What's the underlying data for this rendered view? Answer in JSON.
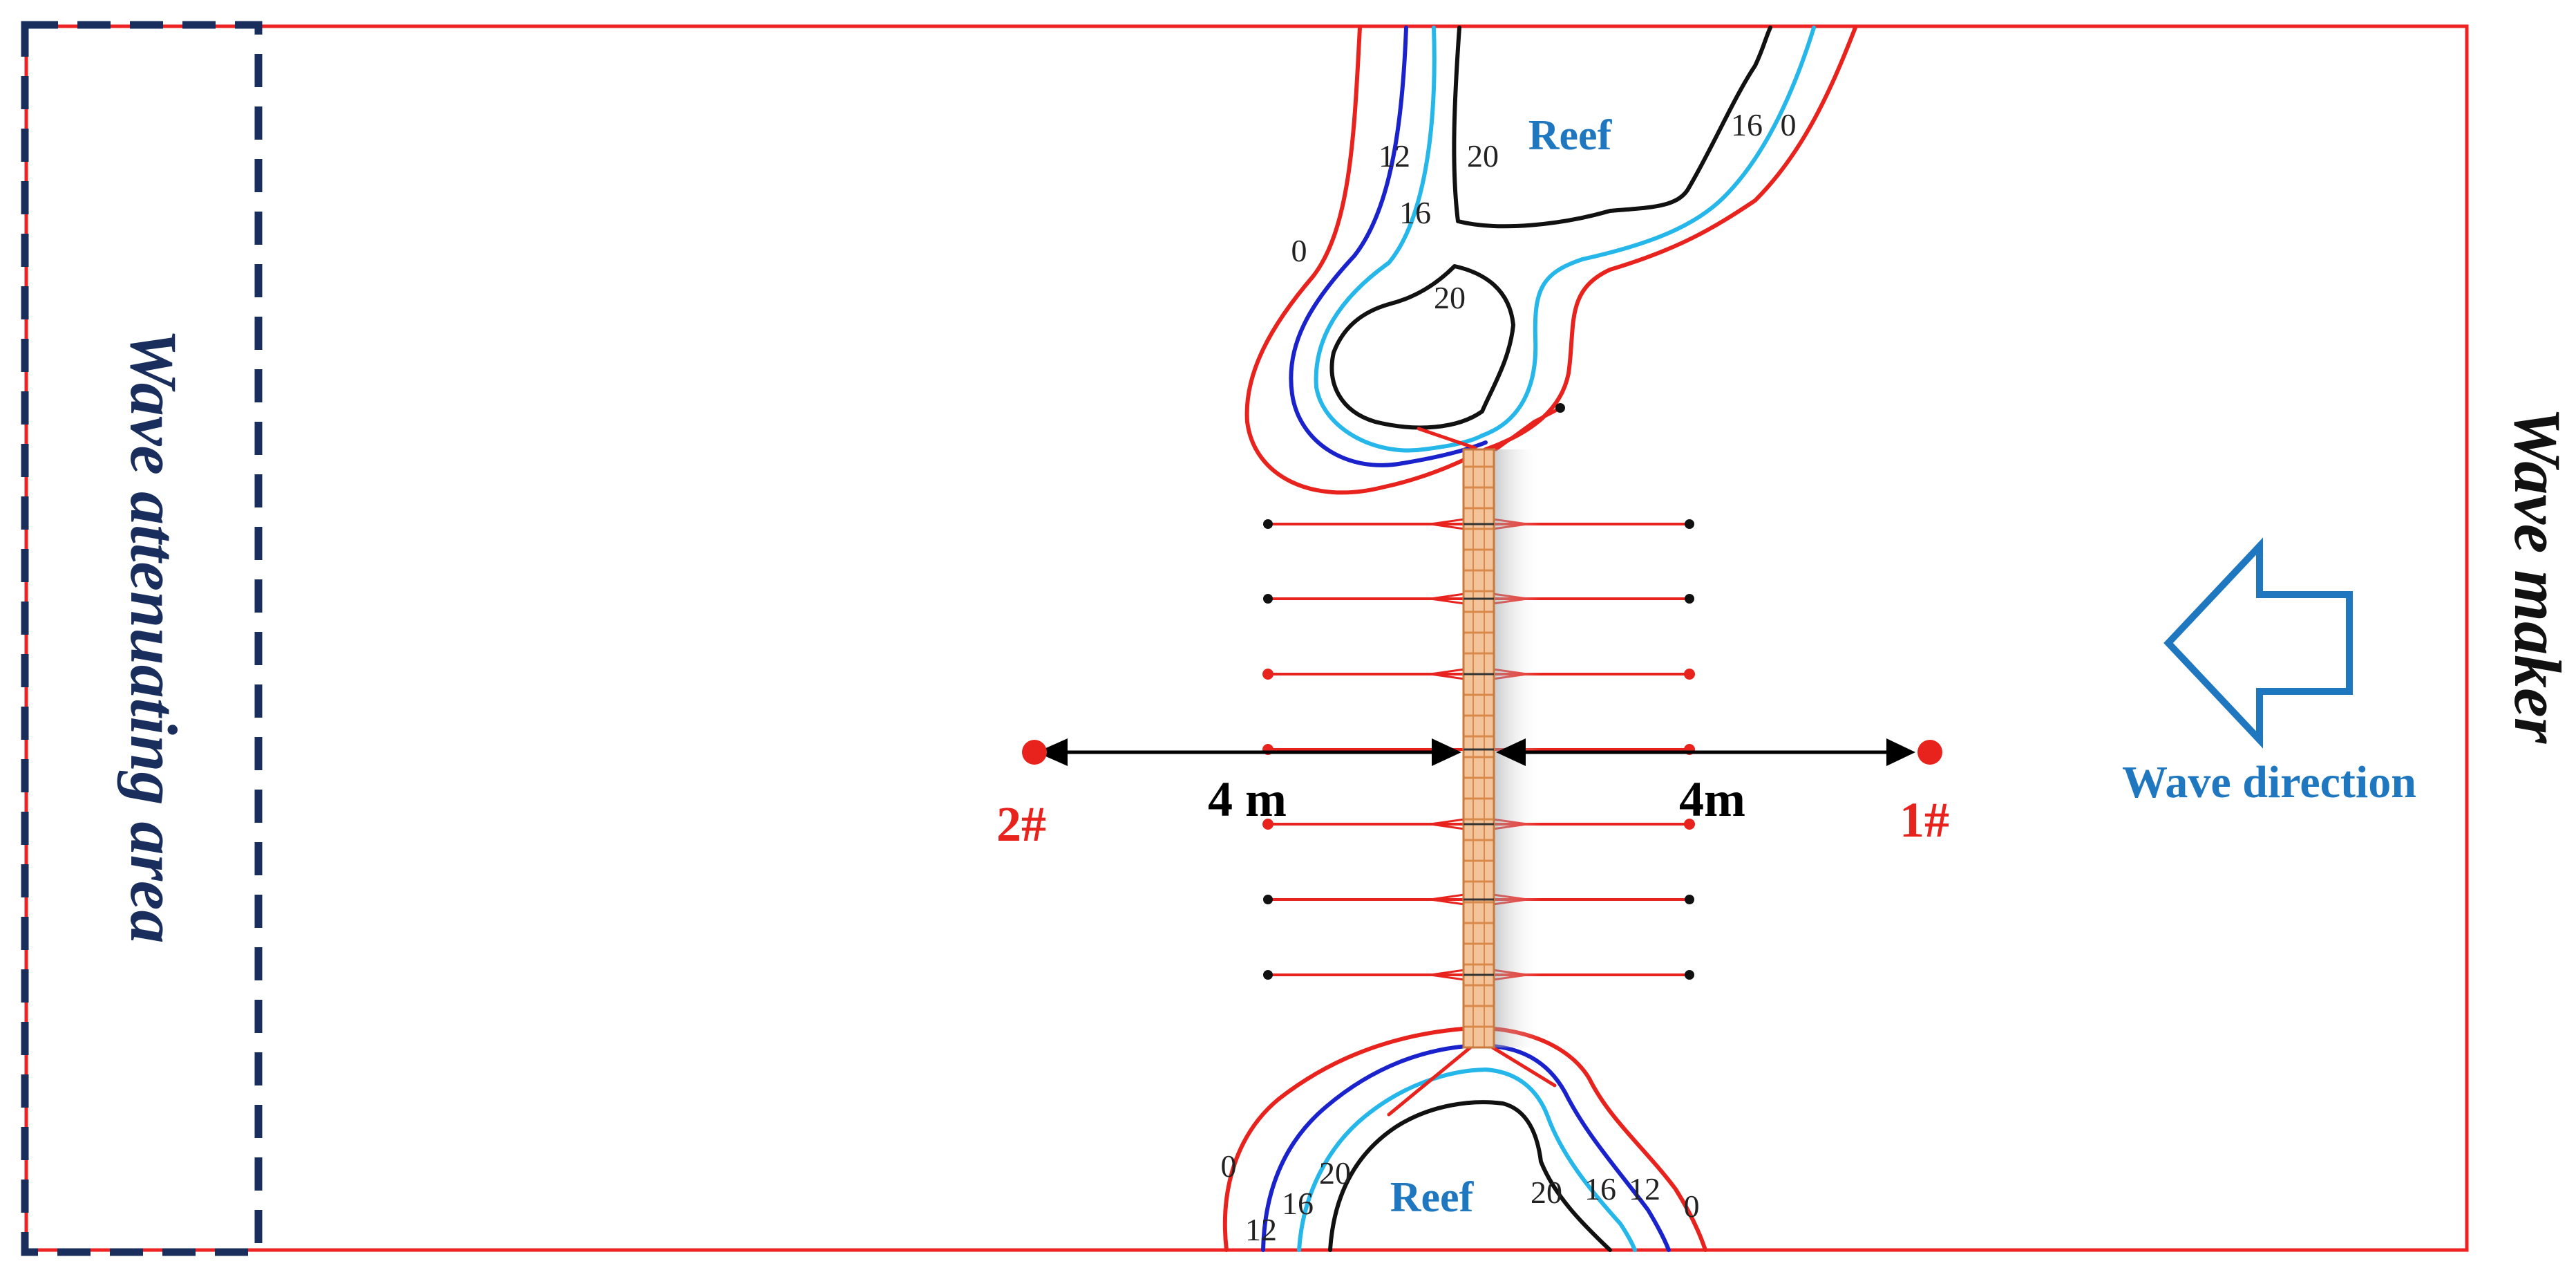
{
  "labels": {
    "wave_attenuating_area": "Wave attenuating area",
    "wave_maker": "Wave maker",
    "wave_direction": "Wave direction",
    "reef_top": "Reef",
    "reef_bottom": "Reef",
    "distance_left": "4 m",
    "distance_right": "4m",
    "probe_left": "2#",
    "probe_right": "1#"
  },
  "contours": {
    "top": [
      "12",
      "20",
      "16",
      "0",
      "16",
      "0",
      "20"
    ],
    "bottom": [
      "0",
      "20",
      "16",
      "12",
      "20",
      "16",
      "12",
      "0"
    ]
  },
  "colors": {
    "tank_border": "#ee2222",
    "attenuating_border": "#1a2e5e",
    "side_text": "#1a2e5e",
    "reef_label": "#1f77c0",
    "wave_direction": "#1f77c0",
    "probe": "#e8231e",
    "contour_0": "#e8231e",
    "contour_12": "#1a22cc",
    "contour_16": "#25b6ea",
    "contour_20": "#111111",
    "structure": "#e8a060",
    "arrow": "#000000"
  }
}
